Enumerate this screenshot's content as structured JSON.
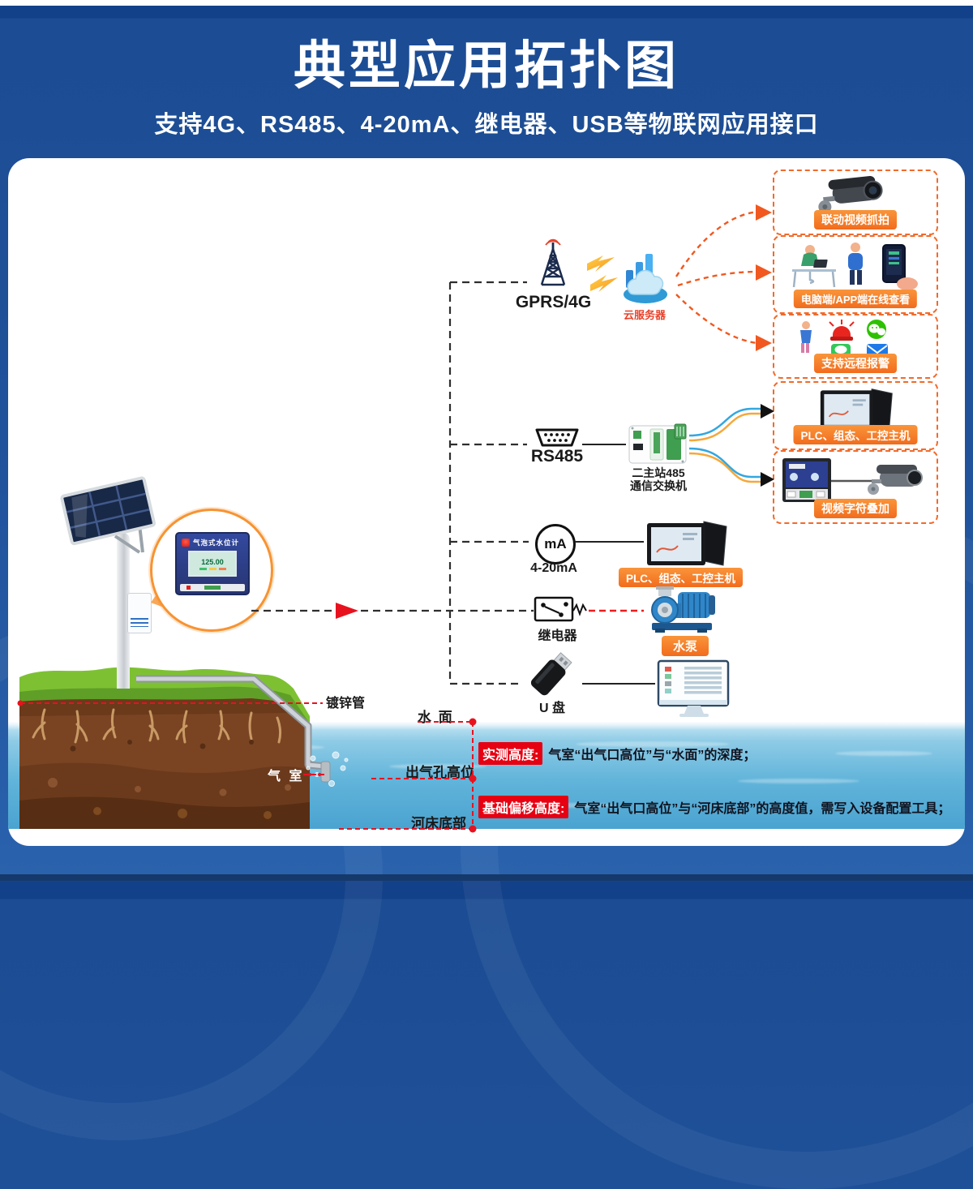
{
  "header": {
    "title": "典型应用拓扑图",
    "subtitle": "支持4G、RS485、4-20mA、继电器、USB等物联网应用接口"
  },
  "station": {
    "device_title": "气泡式水位计",
    "screen_value": "125.00"
  },
  "branches": {
    "gprs": {
      "label": "GPRS/4G",
      "cloud": "云服务器"
    },
    "rs485": {
      "label": "RS485",
      "switch_line1": "二主站485",
      "switch_line2": "通信交换机"
    },
    "ma": {
      "circle": "mA",
      "label": "4-20mA",
      "target": "PLC、组态、工控主机"
    },
    "relay": {
      "label": "继电器",
      "target": "水泵"
    },
    "usb": {
      "label": "U 盘"
    }
  },
  "cloud_targets": [
    {
      "label": "联动视频抓拍"
    },
    {
      "label": "电脑端/APP端在线查看"
    },
    {
      "label": "支持远程报警"
    }
  ],
  "rs485_targets": [
    {
      "label": "PLC、组态、工控主机"
    },
    {
      "label": "视频字符叠加"
    }
  ],
  "annotations": {
    "pipe": "镀锌管",
    "surface": "水 面",
    "chamber": "气 室",
    "outlet": "出气孔高位",
    "riverbed": "河床底部",
    "note1_badge": "实测高度:",
    "note1_text": "气室“出气口高位”与“水面”的深度；",
    "note2_badge": "基础偏移高度:",
    "note2_text": "气室“出气口高位”与“河床底部”的高度值，需写入设备配置工具；"
  },
  "icons": {
    "antenna": "antenna-tower-icon",
    "cloud": "cloud-server-icon",
    "db9": "rs485-connector-icon",
    "relay": "relay-contact-icon",
    "usb": "usb-drive-icon",
    "camera": "cctv-camera-icon",
    "pump": "water-pump-icon"
  },
  "colors": {
    "header_blue": "#1d4c92",
    "accent_orange": "#f26522",
    "alert_red": "#e60012",
    "water_blue": "#5fb2d8",
    "line_dark": "#2e2e2e"
  }
}
